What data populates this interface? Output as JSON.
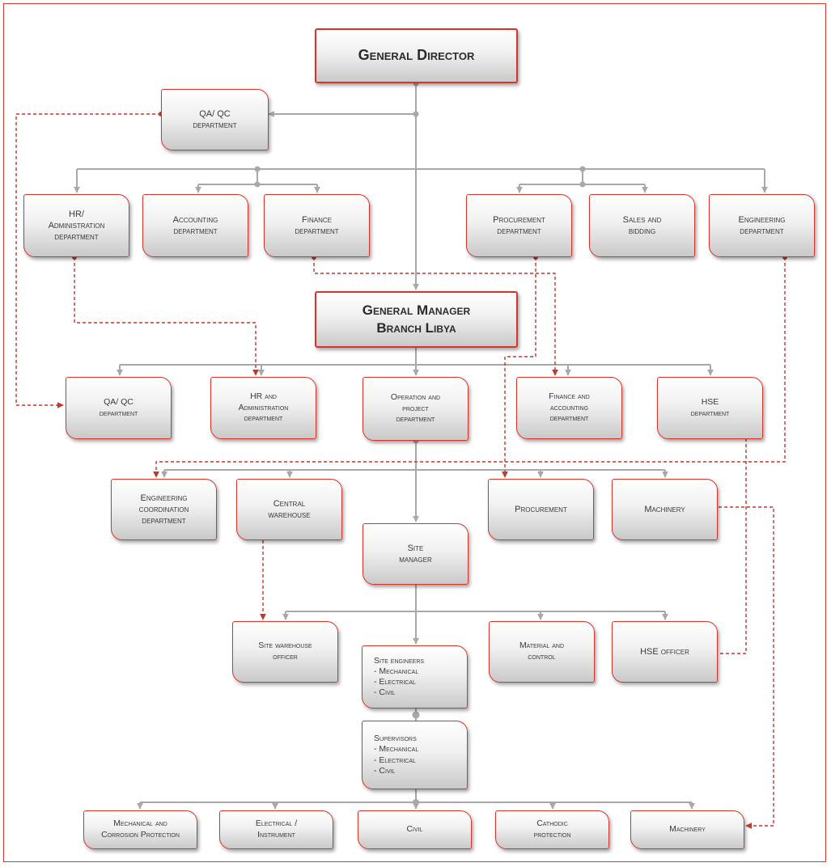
{
  "top": {
    "general_director": "General Director",
    "qaqc_top": "QA/ QC\ndepartment"
  },
  "row1": [
    "HR/\nAdministration\ndepartment",
    "Accounting\ndepartment",
    "Finance\ndepartment",
    "Procurement\ndepartment",
    "Sales and\nbidding",
    "Engineering\ndepartment"
  ],
  "general_manager": "General Manager\nBranch Libya",
  "row2": [
    "QA/ QC\ndepartment",
    "HR and\nAdministration\ndepartment",
    "Operation and\nproject\ndepartment",
    "Finance and\naccounting\ndepartment",
    "HSE\ndepartment"
  ],
  "row3": [
    "Engineering\ncoordination\ndepartment",
    "Central\nwarehouse",
    "Procurement",
    "Machinery"
  ],
  "site_manager": "Site\nmanager",
  "row4": [
    "Site warehouse\nofficer",
    "Material and\ncontrol",
    "HSE officer"
  ],
  "site_engineers": "Site engineers\n- Mechanical\n- Electrical\n- Civil",
  "supervisors": "Supervisors\n- Mechanical\n- Electrical\n- Civil",
  "row5": [
    "Mechanical and\nCorrosion Protection",
    "Electrical /\nInstrument",
    "Civil",
    "Cathodic\nprotection",
    "Machinery"
  ],
  "colors": {
    "accent": "#d9342b",
    "connector": "#a8a8a8",
    "dashed": "#c0392b"
  }
}
